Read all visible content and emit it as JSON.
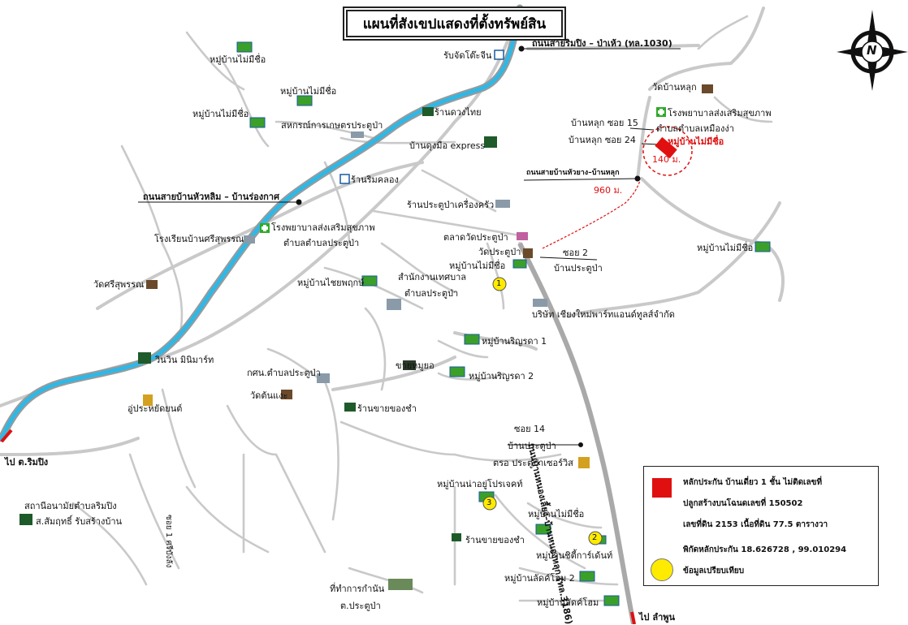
{
  "title": "แผนที่สังเขปแสดงที่ตั้งทรัพย์สิน",
  "compass": {
    "letter": "N"
  },
  "colors": {
    "river": "#2fb8e6",
    "road": "#c8c8c8",
    "subject": "#e01010",
    "comparable": "#ffeb00"
  },
  "roads": {
    "r1030": "ถนนสายริมปิง – ป่าเห้ว (ทล.1030)",
    "r_huaphalim": "ถนนสายบ้านหัวหลิม – บ้านร่องกาศ",
    "r_huaphalim_luk": "ถนนสายบ้านหัวยาง–บ้านหลุก",
    "r3186": "ถนนบ้านหนองเลี้ยง–บ้านหนองหลุก (ทล.3186)",
    "soi2": "ซอย 2",
    "soi2_area": "บ้านประตูป่า",
    "soi14": "ซอย 14",
    "soi14_area": "บ้านประตูป่า",
    "soi1": "ซอย 1 ศรีบังลัง",
    "luk15": "บ้านหลุก ซอย 15",
    "luk24": "บ้านหลุก ซอย 24"
  },
  "distances": {
    "d1": "960 ม.",
    "d2": "140 ม."
  },
  "subject_label": "หมู่บ้านไม่มีชื่อ",
  "directions": {
    "ripping": "ไป ต.ริมปิง",
    "lamphun": "ไป ลำพูน"
  },
  "places": [
    {
      "name": "หมู่บ้านไม่มีชื่อ"
    },
    {
      "name": "หมู่บ้านไม่มีชื่อ"
    },
    {
      "name": "หมู่บ้านไม่มีชื่อ"
    },
    {
      "name": "รับจัดโต๊ะจีน"
    },
    {
      "name": "ร้านดวงไทย"
    },
    {
      "name": "สหกรณ์การเกษตรประตูป่า"
    },
    {
      "name": "บ้านดุงมือ express"
    },
    {
      "name": "ร้านริมคลอง"
    },
    {
      "name": "ร้านประตูป่าเครื่องครัว"
    },
    {
      "name": "โรงพยาบาลส่งเสริมสุขภาพ"
    },
    {
      "name": "ตำบลตำบลประตูป่า"
    },
    {
      "name": "โรงเรียนบ้านศรีสุพรรณ"
    },
    {
      "name": "ตลาดวัดประตูป่า"
    },
    {
      "name": "วัดประตูป่า"
    },
    {
      "name": "หมู่บ้านไม่มีชื่อ"
    },
    {
      "name": "วัดศรีสุพรรณ"
    },
    {
      "name": "หมู่บ้านไชยพฤกษ์"
    },
    {
      "name": "สำนักงานเทศบาล"
    },
    {
      "name": "ตำบลประตูป่า"
    },
    {
      "name": "บริษัท เชียงใหม่พาร์ทแอนด์ทูลส์จำกัด"
    },
    {
      "name": "หมู่บ้านริญรดา 1"
    },
    {
      "name": "ขายหมูยอ"
    },
    {
      "name": "หมู่บ้านริญรดา 2"
    },
    {
      "name": "วินวิน มินิมาร์ท"
    },
    {
      "name": "กศน.ตำบลประตูป่า"
    },
    {
      "name": "วัดต้นแงะ"
    },
    {
      "name": "อู่ประหยัดยนต์"
    },
    {
      "name": "ร้านขายของชำ"
    },
    {
      "name": "ตรอ ประตูป่าเซอร์วิส"
    },
    {
      "name": "หมู่บ้านน่าอยู่โปรเจคท์"
    },
    {
      "name": "หมู่บ้านไม่มีชื่อ"
    },
    {
      "name": "ร้านขายของชำ"
    },
    {
      "name": "หมู่บ้านชิตี้การ์เด้นท์"
    },
    {
      "name": "หมู่บ้านลัดค์โฮม 2"
    },
    {
      "name": "หมู่บ้านลัดค์โฮม"
    },
    {
      "name": "ที่ทำการกำนัน"
    },
    {
      "name": "ต.ประตูป่า"
    },
    {
      "name": "สถานีอนามัยตำบลริมปิง"
    },
    {
      "name": "ส.สัมฤทธิ์ รับสร้างบ้าน"
    },
    {
      "name": "วัดบ้านหลุก"
    },
    {
      "name": "โรงพยาบาลส่งเสริมสุขภาพ"
    },
    {
      "name": "ตำบลตำบลเหมืองง่า"
    },
    {
      "name": "หมู่บ้านไม่มีชื่อ"
    }
  ],
  "comparables": [
    "1",
    "2",
    "3"
  ],
  "legend": {
    "line1": "หลักประกัน บ้านเดี่ยว 1 ชั้น ไม่ติดเลขที่",
    "line2": "ปลูกสร้างบนโฉนดเลขที่ 150502",
    "line3": "เลขที่ดิน 2153 เนื้อที่ดิน 77.5 ตารางวา",
    "line4": "พิกัดหลักประกัน 18.626728 , 99.010294",
    "line5": "ข้อมูลเปรียบเทียบ"
  }
}
